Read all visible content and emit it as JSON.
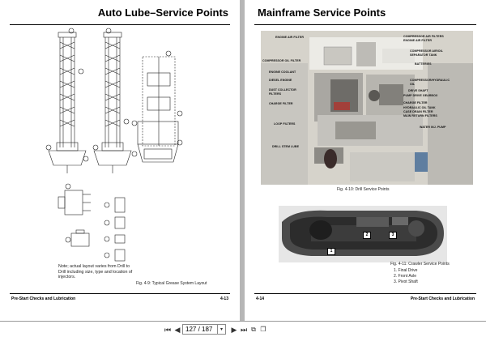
{
  "left_page": {
    "title": "Auto Lube–Service Points",
    "note": [
      "Note; actual layout varies from Drill to",
      "Drill including size, type and location of",
      "injectors."
    ],
    "figure_caption": "Fig. 4-9: Typical Grease System Layout",
    "footer_section": "Pre-Start Checks and Lubrication",
    "footer_page": "4-13"
  },
  "right_page": {
    "title": "Mainframe Service Points",
    "figure1_caption": "Fig. 4-10: Drill Service Points",
    "labels_left": [
      "ENGINE AIR FILTER",
      "COMPRESSOR OIL FILTER",
      "ENGINE COOLANT",
      "DIESEL ENGINE",
      "DUST COLLECTOR",
      "FILTERS",
      "CHARGE FILTER",
      "LOOP FILTERS",
      "DRILL STEM LUBE"
    ],
    "labels_right": [
      "COMPRESSOR AIR FILTERS",
      "ENGINE AIR FILTER",
      "COMPRESSOR AIR/OIL",
      "SEPARATOR TANK",
      "BATTERIES",
      "COMPRESSOR/HYDRAULIC",
      "OIL",
      "DRIVE SHAFT",
      "PUMP DRIVE GEARBOX",
      "CHARGE FILTER",
      "HYDRAULIC OIL TANK",
      "CASE DRAIN FILTER",
      "MAIN RETURN FILTERS",
      "WATER INJ. PUMP"
    ],
    "figure2_caption": "Fig. 4-11: Crawler Service Points",
    "crawler_points": [
      "1. Final Drive",
      "2. Front Axle",
      "3. Pivot Shaft"
    ],
    "crawler_badges": [
      "1",
      "2",
      "3"
    ],
    "footer_page": "4-14",
    "footer_section": "Pre-Start Checks and Lubrication"
  },
  "toolbar": {
    "page_value": "127 / 187",
    "icons": [
      "skip-first-icon",
      "prev-icon",
      "next-icon",
      "skip-last-icon",
      "copy-icon",
      "pages-icon"
    ]
  }
}
